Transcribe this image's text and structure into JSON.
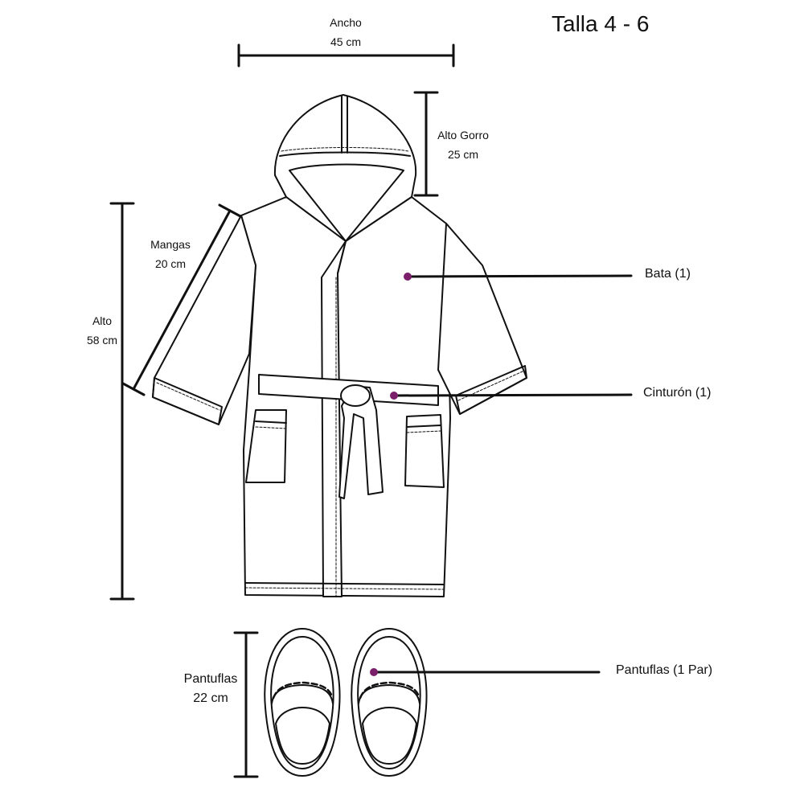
{
  "title": "Talla 4 - 6",
  "dimensions": {
    "ancho": {
      "label": "Ancho",
      "value": "45 cm"
    },
    "alto_gorro": {
      "label": "Alto Gorro",
      "value": "25 cm"
    },
    "mangas": {
      "label": "Mangas",
      "value": "20 cm"
    },
    "alto": {
      "label": "Alto",
      "value": "58 cm"
    },
    "pantuflas": {
      "label": "Pantuflas",
      "value": "22 cm"
    }
  },
  "items": {
    "bata": "Bata (1)",
    "cinturon": "Cinturón (1)",
    "pantuflas": "Pantuflas (1 Par)"
  },
  "colors": {
    "marker": "#7b1f6a",
    "line": "#111111"
  }
}
